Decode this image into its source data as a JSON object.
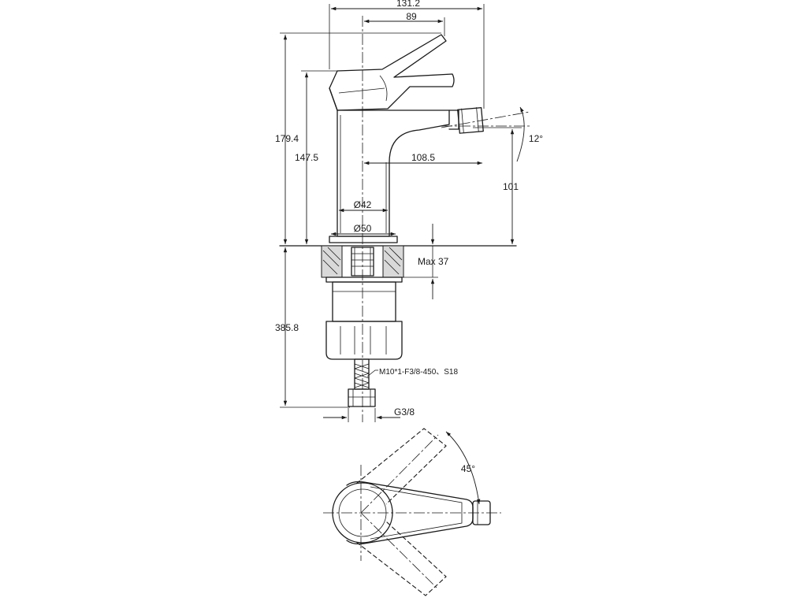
{
  "dimensions": {
    "overall_width": "131.2",
    "handle_width": "89",
    "total_height": "179.4",
    "body_height": "147.5",
    "spout_reach": "108.5",
    "spout_height": "101",
    "spray_angle": "12°",
    "inner_diameter": "Ø42",
    "outer_diameter": "Ø50",
    "max_deck": "Max 37",
    "hose_length_dim": "385.8",
    "hose_spec": "M10*1-F3/8-450、S18",
    "thread": "G3/8",
    "rotation_angle": "45°"
  }
}
